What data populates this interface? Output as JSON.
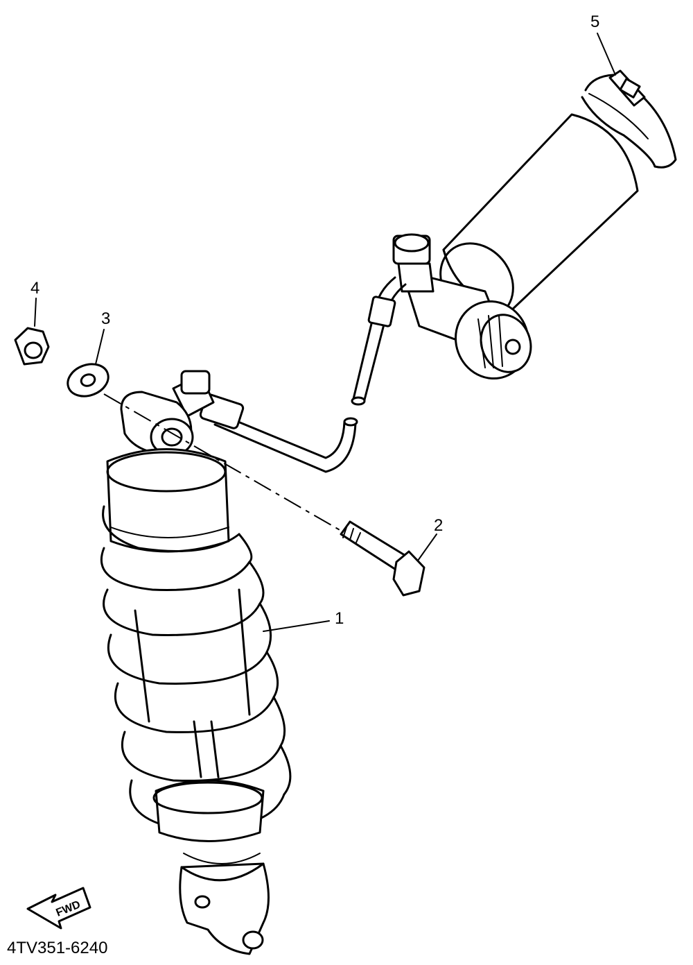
{
  "diagram": {
    "callouts": [
      {
        "id": "1",
        "label": "1"
      },
      {
        "id": "2",
        "label": "2"
      },
      {
        "id": "3",
        "label": "3"
      },
      {
        "id": "4",
        "label": "4"
      },
      {
        "id": "5",
        "label": "5"
      }
    ],
    "direction_arrow": "FWD",
    "drawing_code": "4TV351-6240"
  }
}
